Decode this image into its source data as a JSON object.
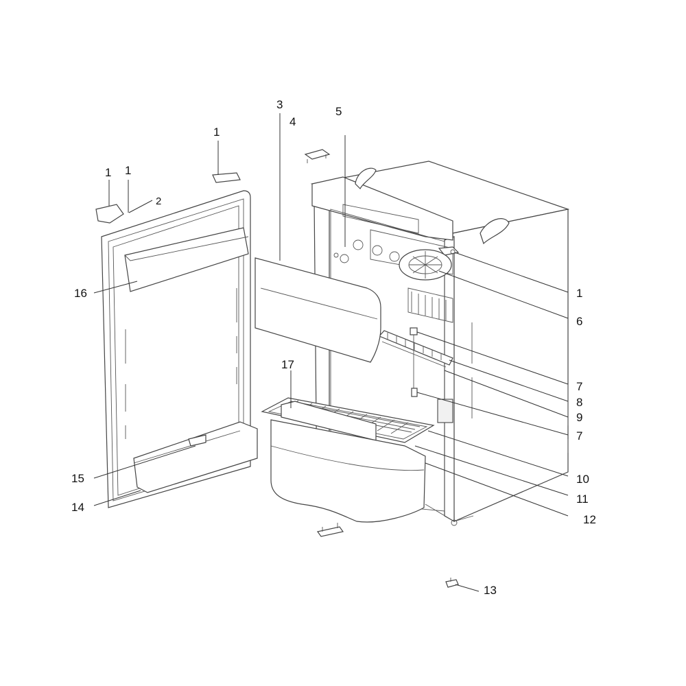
{
  "callouts": {
    "c1a": "1",
    "c1b": "1",
    "c1c": "1",
    "c1d": "1",
    "c2": "2",
    "c3": "3",
    "c4": "4",
    "c5": "5",
    "c6": "6",
    "c7a": "7",
    "c7b": "7",
    "c8": "8",
    "c9": "9",
    "c10": "10",
    "c11": "11",
    "c12": "12",
    "c13": "13",
    "c14": "14",
    "c15": "15",
    "c16": "16",
    "c17": "17"
  }
}
